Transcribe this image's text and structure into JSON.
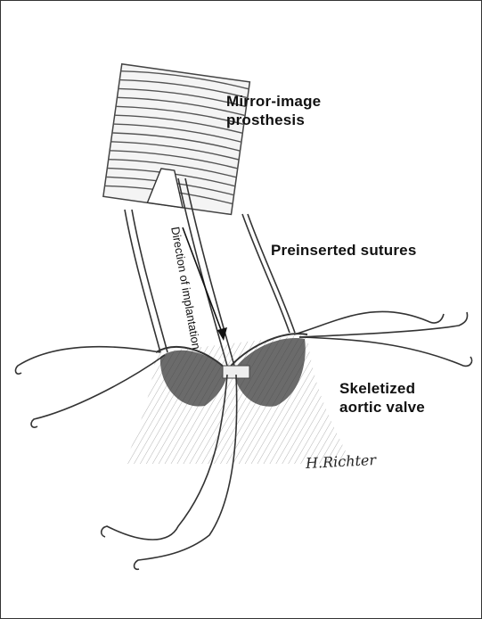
{
  "labels": {
    "mirror_line1": "Mirror-image",
    "mirror_line2": "prosthesis",
    "sutures": "Preinserted sutures",
    "valve_line1": "Skeletized",
    "valve_line2": "aortic valve",
    "direction": "Direction of implantation"
  },
  "signature": "H.Richter",
  "colors": {
    "ink": "#111111",
    "pencil": "#555555",
    "shade": "#333333"
  }
}
